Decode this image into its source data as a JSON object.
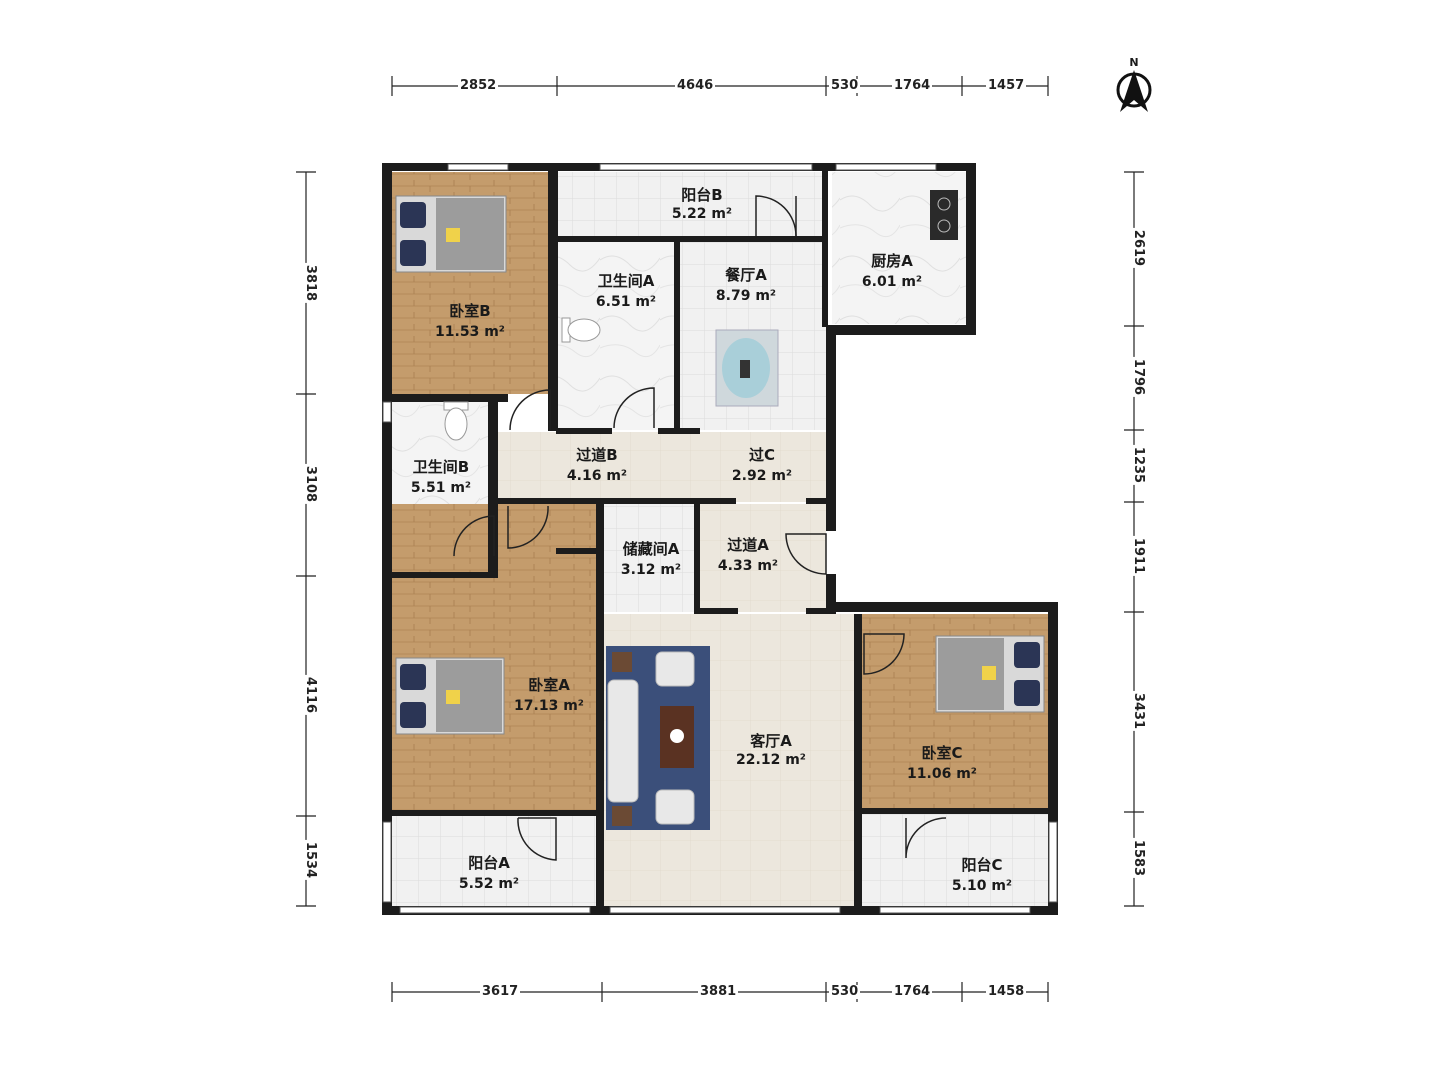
{
  "rooms": {
    "balcony_b": {
      "name": "阳台B",
      "area": "5.22 m²"
    },
    "kitchen_a": {
      "name": "厨房A",
      "area": "6.01 m²"
    },
    "bedroom_b": {
      "name": "卧室B",
      "area": "11.53 m²"
    },
    "bath_a": {
      "name": "卫生间A",
      "area": "6.51 m²"
    },
    "dining_a": {
      "name": "餐厅A",
      "area": "8.79 m²"
    },
    "bath_b": {
      "name": "卫生间B",
      "area": "5.51 m²"
    },
    "hall_b": {
      "name": "过道B",
      "area": "4.16 m²"
    },
    "hall_c": {
      "name": "过C",
      "area": "2.92 m²"
    },
    "storage_a": {
      "name": "储藏间A",
      "area": "3.12 m²"
    },
    "hall_a": {
      "name": "过道A",
      "area": "4.33 m²"
    },
    "bedroom_a": {
      "name": "卧室A",
      "area": "17.13 m²"
    },
    "living_a": {
      "name": "客厅A",
      "area": "22.12 m²"
    },
    "bedroom_c": {
      "name": "卧室C",
      "area": "11.06 m²"
    },
    "balcony_a": {
      "name": "阳台A",
      "area": "5.52 m²"
    },
    "balcony_c": {
      "name": "阳台C",
      "area": "5.10 m²"
    }
  },
  "dimensions": {
    "top": [
      "2852",
      "4646",
      "530",
      "1764",
      "1457"
    ],
    "bottom": [
      "3617",
      "3881",
      "530",
      "1764",
      "1458"
    ],
    "left": [
      "3818",
      "3108",
      "4116",
      "1534"
    ],
    "right": [
      "2619",
      "1796",
      "1235",
      "1911",
      "3431",
      "1583"
    ]
  },
  "compass": {
    "label": "N",
    "icon": "north-arrow-icon"
  },
  "colors": {
    "wood": "#c19a6b",
    "tile": "#efefef",
    "wall": "#1c1c1c",
    "rug": "#3b4f7a",
    "hall": "#ebe6dc"
  }
}
